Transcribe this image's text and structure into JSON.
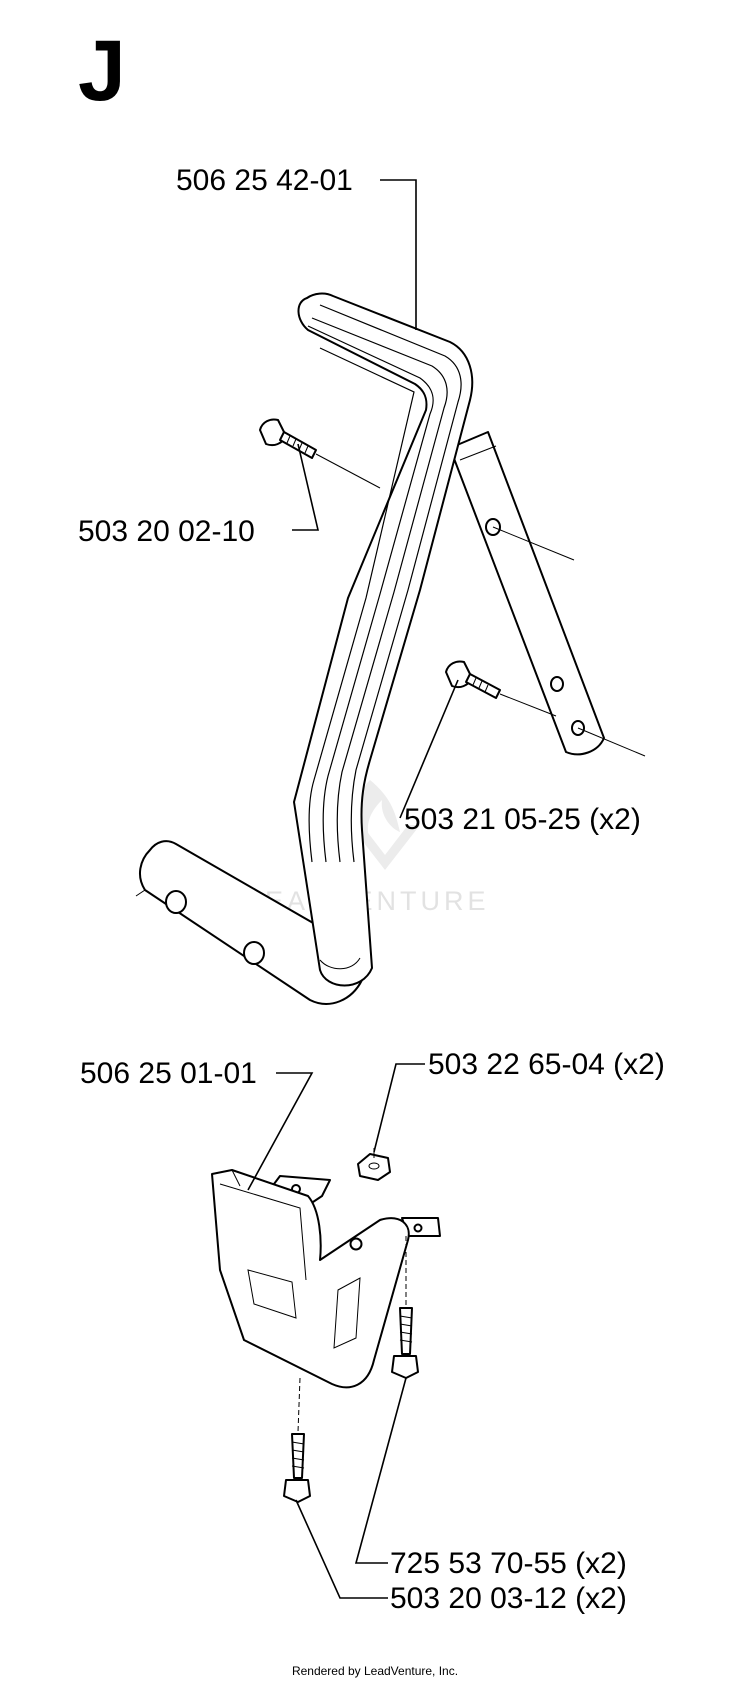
{
  "section": {
    "letter": "J"
  },
  "parts": {
    "front_handle": "506 25 42-01",
    "handle_screw": "503 20 02-10",
    "brace_screw": "503 21 05-25 (x2)",
    "guard_plate": "506 25 01-01",
    "guard_nut": "503 22 65-04 (x2)",
    "guard_screw_a": "725 53 70-55 (x2)",
    "guard_screw_b": "503 20 03-12 (x2)"
  },
  "watermark": {
    "text": "LEADVENTURE",
    "icon": "leadventure-flame-logo"
  },
  "footer": {
    "credit": "Rendered by LeadVenture, Inc."
  }
}
